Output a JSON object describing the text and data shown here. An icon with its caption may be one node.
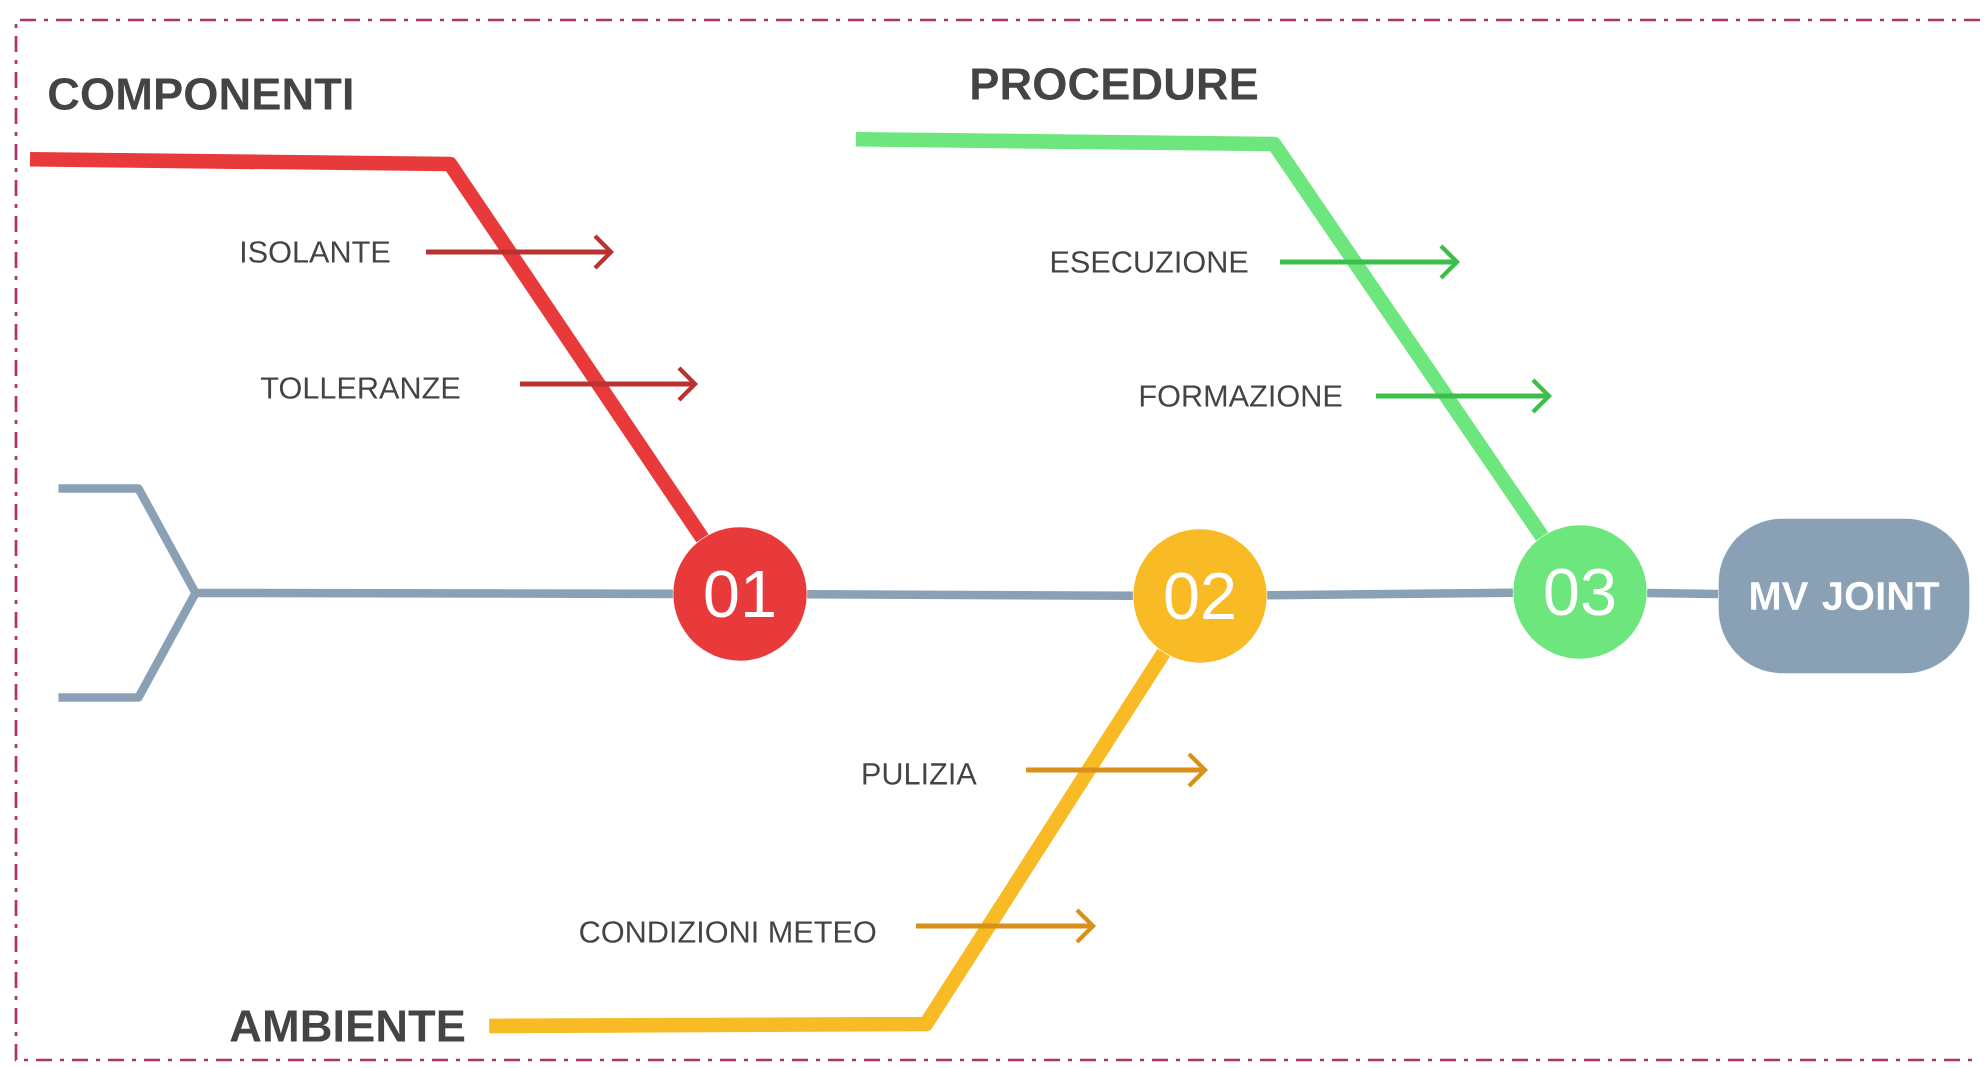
{
  "diagram": {
    "nodes": [
      {
        "text": [
          "COMPONENTI"
        ]
      },
      {
        "text": [
          "PROCEDURE"
        ]
      },
      {
        "text": [
          "AMBIENTE"
        ]
      },
      {
        "text": [
          "01"
        ]
      },
      {
        "text": [
          "02"
        ]
      },
      {
        "text": [
          "03"
        ]
      },
      {
        "text": [
          "MV JOINT"
        ]
      },
      {
        "text": [
          "ISOLANTE"
        ]
      },
      {
        "text": [
          "TOLLERANZE"
        ]
      },
      {
        "text": [
          "ESECUZIONE"
        ]
      },
      {
        "text": [
          "FORMAZIONE"
        ]
      },
      {
        "text": [
          "PULIZIA"
        ]
      },
      {
        "text": [
          "CONDIZIONI METEO"
        ]
      },
      {
        "text": [],
        "shape": "fork"
      }
    ],
    "edges": [
      {
        "from": 13,
        "to": 3,
        "arrow": "none",
        "color": "#8aa0b4"
      },
      {
        "from": 3,
        "to": 4,
        "arrow": "none",
        "color": "#8aa0b4"
      },
      {
        "from": 4,
        "to": 5,
        "arrow": "none",
        "color": "#8aa0b4"
      },
      {
        "from": 5,
        "to": 6,
        "arrow": "none",
        "color": "#8aa0b4"
      },
      {
        "from": 0,
        "to": 3,
        "arrow": "none",
        "color": "#e83a3a"
      },
      {
        "from": 1,
        "to": 5,
        "arrow": "none",
        "color": "#6ee67e"
      },
      {
        "from": 2,
        "to": 4,
        "arrow": "none",
        "color": "#f9bb25"
      },
      {
        "from": 7,
        "to": null,
        "arrow": "to",
        "color": "#b83232"
      },
      {
        "from": 8,
        "to": null,
        "arrow": "to",
        "color": "#b83232"
      },
      {
        "from": 9,
        "to": null,
        "arrow": "to",
        "color": "#3cbf4a"
      },
      {
        "from": 10,
        "to": null,
        "arrow": "to",
        "color": "#3cbf4a"
      },
      {
        "from": 11,
        "to": null,
        "arrow": "to",
        "color": "#d9901a"
      },
      {
        "from": 12,
        "to": null,
        "arrow": "to",
        "color": "#d9901a"
      }
    ]
  }
}
